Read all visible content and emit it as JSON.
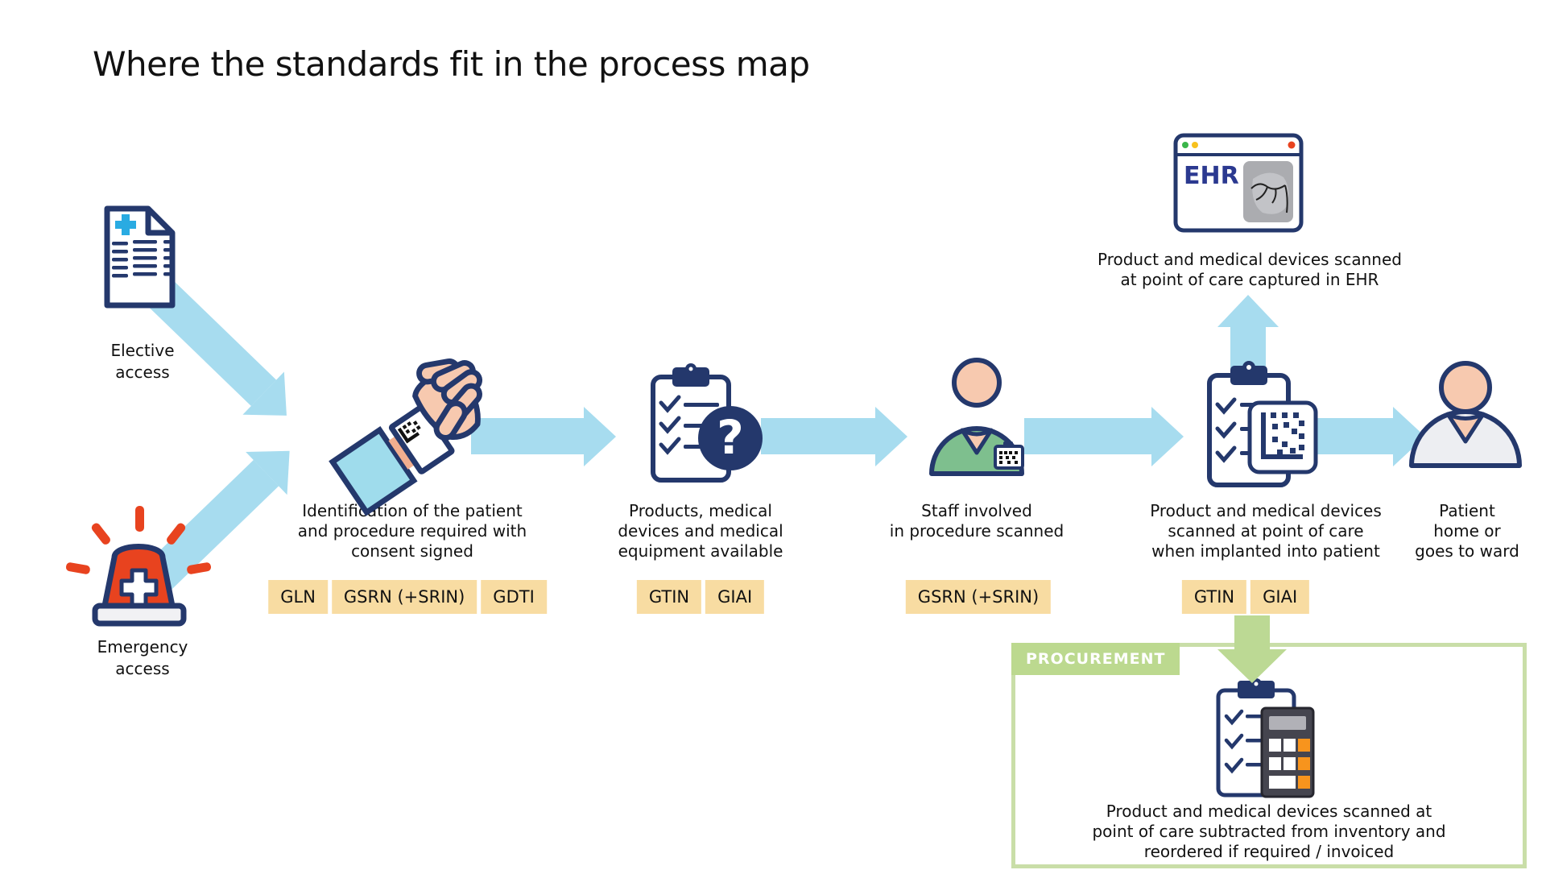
{
  "title": "Where the standards fit in the process map",
  "colors": {
    "arrow_blue": "#A7DCEF",
    "navy": "#24386C",
    "ink": "#1A1A1A",
    "tag_bg": "#F8DCA2",
    "green_border": "#C9DEA8",
    "green_label_bg": "#BCD98F",
    "green_arrow": "#BCD994",
    "red": "#E8431F",
    "skin": "#F7C9AF",
    "scrub_green": "#7EBF8E",
    "sleeve_blue": "#9FDCEC",
    "cyan_cross": "#29ABE2",
    "ehr_text": "#2B3990"
  },
  "entries": {
    "elective": {
      "label": "Elective\naccess"
    },
    "emergency": {
      "label": "Emergency\naccess"
    }
  },
  "steps": [
    {
      "caption": "Identification of the patient\nand procedure required with\nconsent signed",
      "tags": [
        "GLN",
        "GSRN (+SRIN)",
        "GDTI"
      ]
    },
    {
      "caption": "Products, medical\ndevices and medical\nequipment available",
      "tags": [
        "GTIN",
        "GIAI"
      ]
    },
    {
      "caption": "Staff involved\nin procedure scanned",
      "tags": [
        "GSRN (+SRIN)"
      ]
    },
    {
      "caption": "Product and medical devices\nscanned at point of care\nwhen implanted into patient",
      "tags": [
        "GTIN",
        "GIAI"
      ]
    },
    {
      "caption": "Patient\nhome or\ngoes to ward",
      "tags": []
    }
  ],
  "ehr": {
    "window_title": "EHR",
    "caption": "Product and medical devices scanned\nat point of care captured in EHR"
  },
  "procurement": {
    "label": "PROCUREMENT",
    "caption": "Product and medical devices scanned at\npoint of care subtracted from inventory and\nreordered if required / invoiced"
  },
  "icons": {
    "question_mark": "?"
  }
}
